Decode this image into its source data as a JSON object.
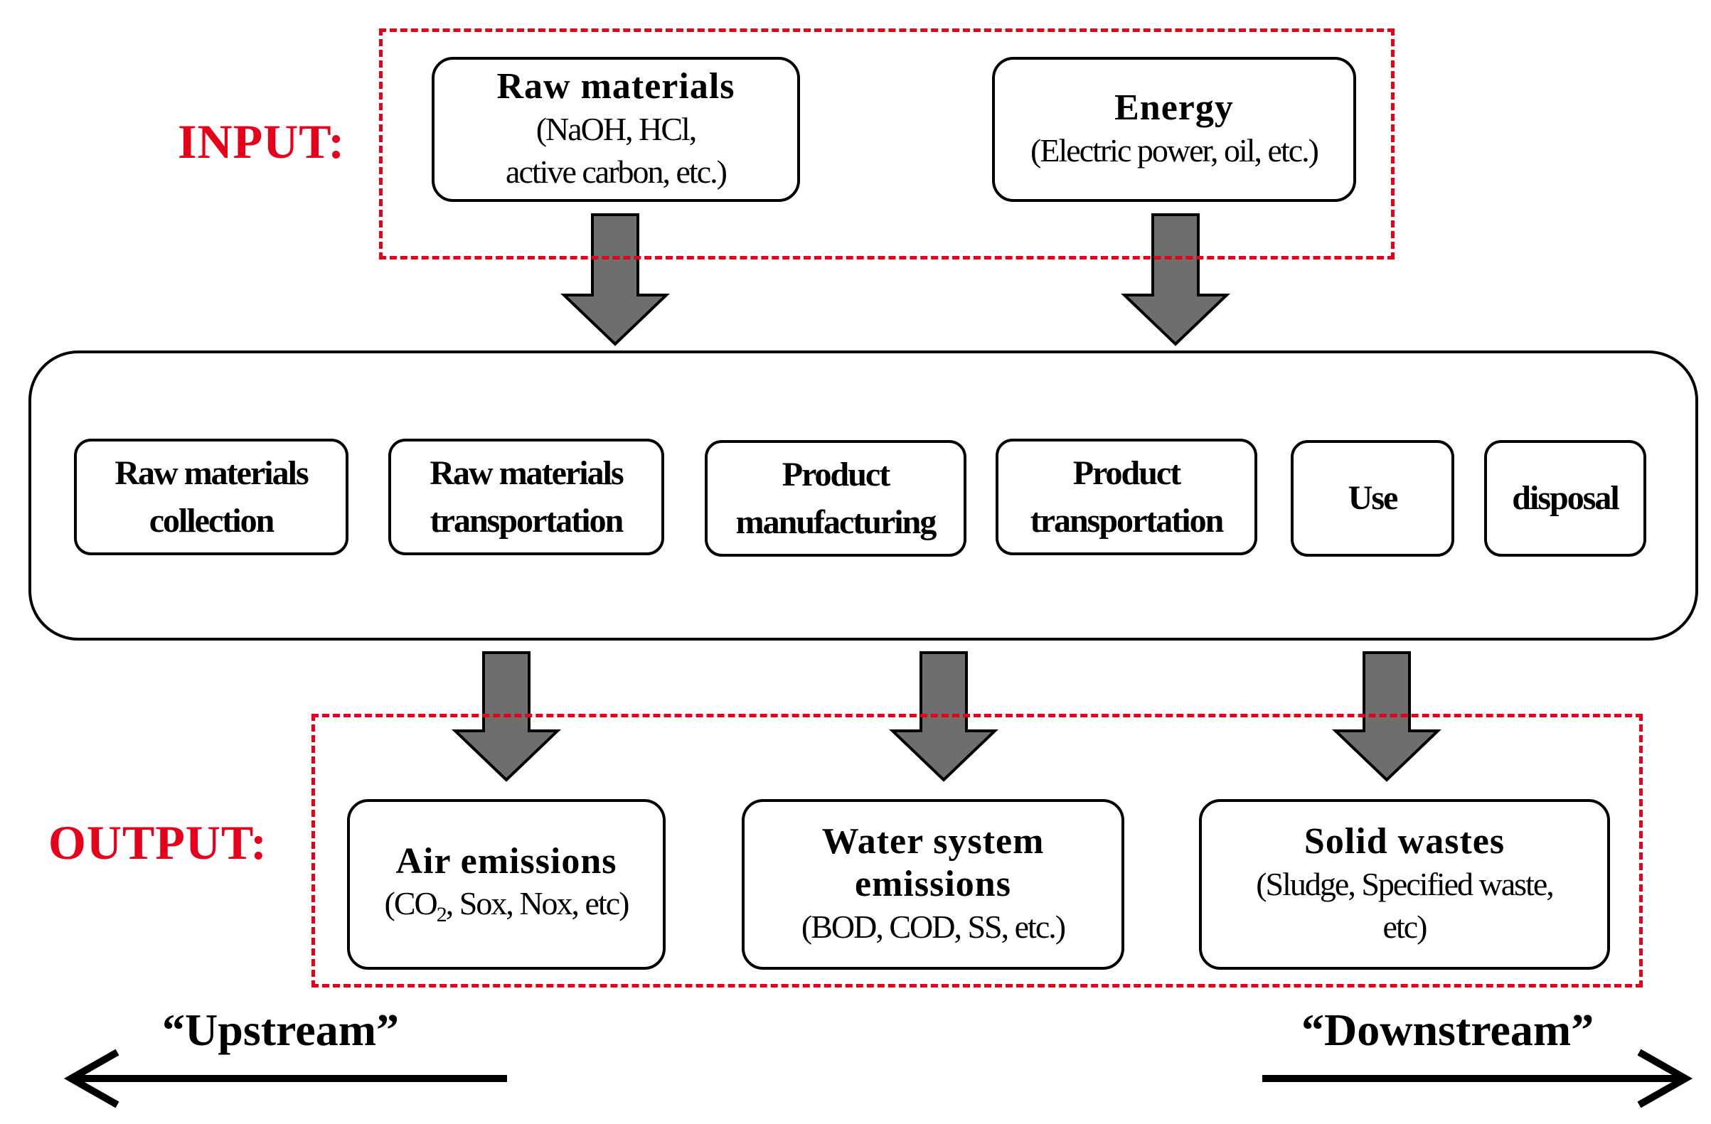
{
  "labels": {
    "input": "INPUT:",
    "output": "OUTPUT:"
  },
  "inputs": {
    "raw_materials": {
      "title": "Raw materials",
      "line1": "(NaOH, HCl,",
      "line2": "active carbon,  etc.)"
    },
    "energy": {
      "title": "Energy",
      "line1": "(Electric power,  oil, etc.)"
    }
  },
  "stages": [
    {
      "line1": "Raw materials",
      "line2": "collection"
    },
    {
      "line1": "Raw materials",
      "line2": "transportation"
    },
    {
      "line1": "Product",
      "line2": "manufacturing"
    },
    {
      "line1": "Product",
      "line2": "transportation"
    },
    {
      "line1": "Use",
      "line2": ""
    },
    {
      "line1": "disposal",
      "line2": ""
    }
  ],
  "outputs": {
    "air": {
      "title": "Air emissions",
      "line1_pre": "(CO",
      "line1_sub": "2",
      "line1_post": ", Sox, Nox, etc)"
    },
    "water": {
      "title1": "Water system",
      "title2": "emissions",
      "line1": "(BOD, COD, SS,  etc.)"
    },
    "solid": {
      "title": "Solid wastes",
      "line1": "(Sludge, Specified waste,",
      "line2": "etc)"
    }
  },
  "stream": {
    "upstream": "“Upstream”",
    "downstream": "“Downstream”"
  },
  "colors": {
    "red": "#e8001a",
    "arrow_fill": "#6e6e6e",
    "black": "#000000"
  }
}
